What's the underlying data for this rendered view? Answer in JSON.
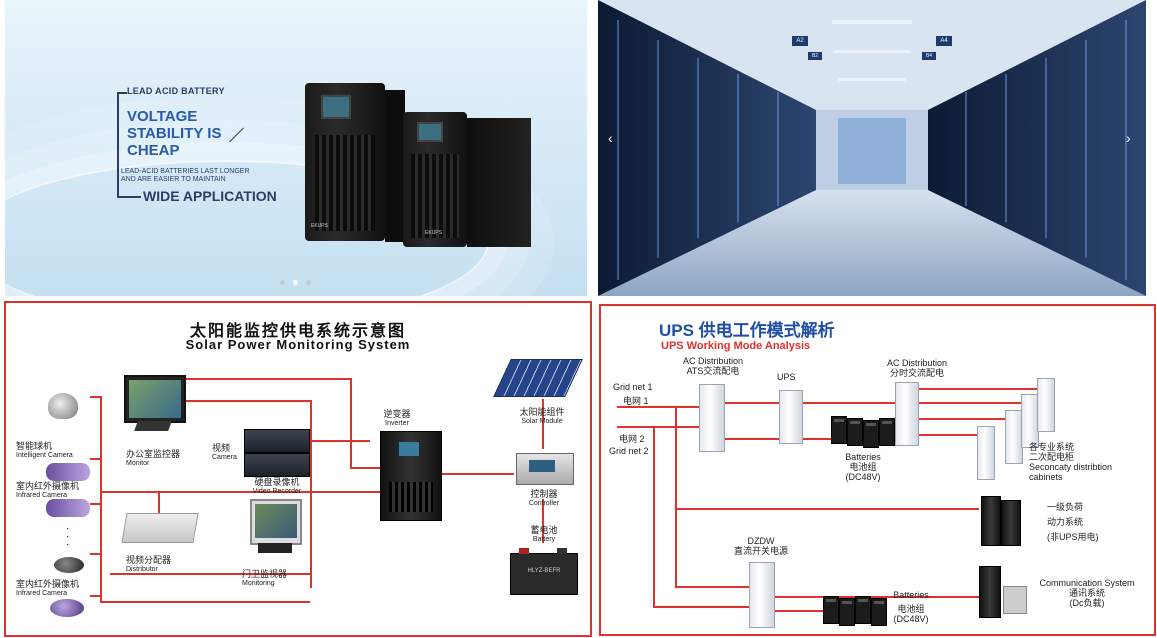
{
  "banner": {
    "eyebrow": "LEAD ACID BATTERY",
    "headline": [
      "VOLTAGE",
      "STABILITY IS",
      "CHEAP"
    ],
    "subtext": [
      "LEAD-ACID BATTERIES LAST LONGER",
      "AND ARE EASIER TO MAINTAIN"
    ],
    "feature": "WIDE APPLICATION",
    "brand_a": "EKUPS",
    "brand_b": "EKUPS"
  },
  "datacenter": {
    "sign_left": "A2",
    "sign_right": "A4",
    "sign_left_sub": "B2",
    "sign_right_sub": "B4"
  },
  "solar": {
    "title_cn": "太阳能监控供电系统示意图",
    "title_en": "Solar Power Monitoring System",
    "items": {
      "intelligent_camera": {
        "cn": "智能球机",
        "en": "Intelligent Camera"
      },
      "infrared_camera_1": {
        "cn": "室内红外摄像机",
        "en": "Infrared Camera"
      },
      "infrared_camera_2": {
        "cn": "室内红外摄像机",
        "en": "Infrared Camera"
      },
      "monitor": {
        "cn": "办公室监控器",
        "en": "Monitor"
      },
      "video_line": {
        "cn": "视频",
        "en": "Camera"
      },
      "recorder": {
        "cn": "硬盘录像机",
        "en": "Video Recorder"
      },
      "distributor": {
        "cn": "视频分配器",
        "en": "Distributor"
      },
      "monitoring": {
        "cn": "门卫监视器",
        "en": "Monitoring"
      },
      "inverter": {
        "cn": "逆变器",
        "en": "Inverter"
      },
      "solar_module": {
        "cn": "太阳能组件",
        "en": "Solar Module"
      },
      "controller": {
        "cn": "控制器",
        "en": "Controller"
      },
      "battery": {
        "cn": "蓄电池",
        "en": "Battery"
      }
    },
    "battery_brand": "HLYZ-BEFR"
  },
  "ups": {
    "title_cn": "UPS 供电工作模式解析",
    "title_en": "UPS Working Mode Analysis",
    "grid1_en": "Grid net 1",
    "grid1_cn": "电网 1",
    "grid2_cn": "电网 2",
    "grid2_en": "Grid net 2",
    "ac_dist_1_en": "AC Distribution",
    "ac_dist_1_cn": "ATS交流配电",
    "ups_label": "UPS",
    "ac_dist_2_en": "AC Distribution",
    "ac_dist_2_cn": "分时交流配电",
    "batteries_1": [
      "Batteries",
      "电池组",
      "(DC48V)"
    ],
    "specialized": [
      "各专业系统",
      "二次配电柜",
      "Seconcaty distribtion",
      "cabinets"
    ],
    "primary_load": [
      "一级负荷",
      "动力系统",
      "(非UPS用电)"
    ],
    "dzdw": [
      "DZDW",
      "直流开关电源"
    ],
    "batteries_2": [
      "Batteries",
      "电池组",
      "(DC48V)"
    ],
    "comm": [
      "Communication System",
      "通讯系统",
      "(Dc负载)"
    ]
  }
}
